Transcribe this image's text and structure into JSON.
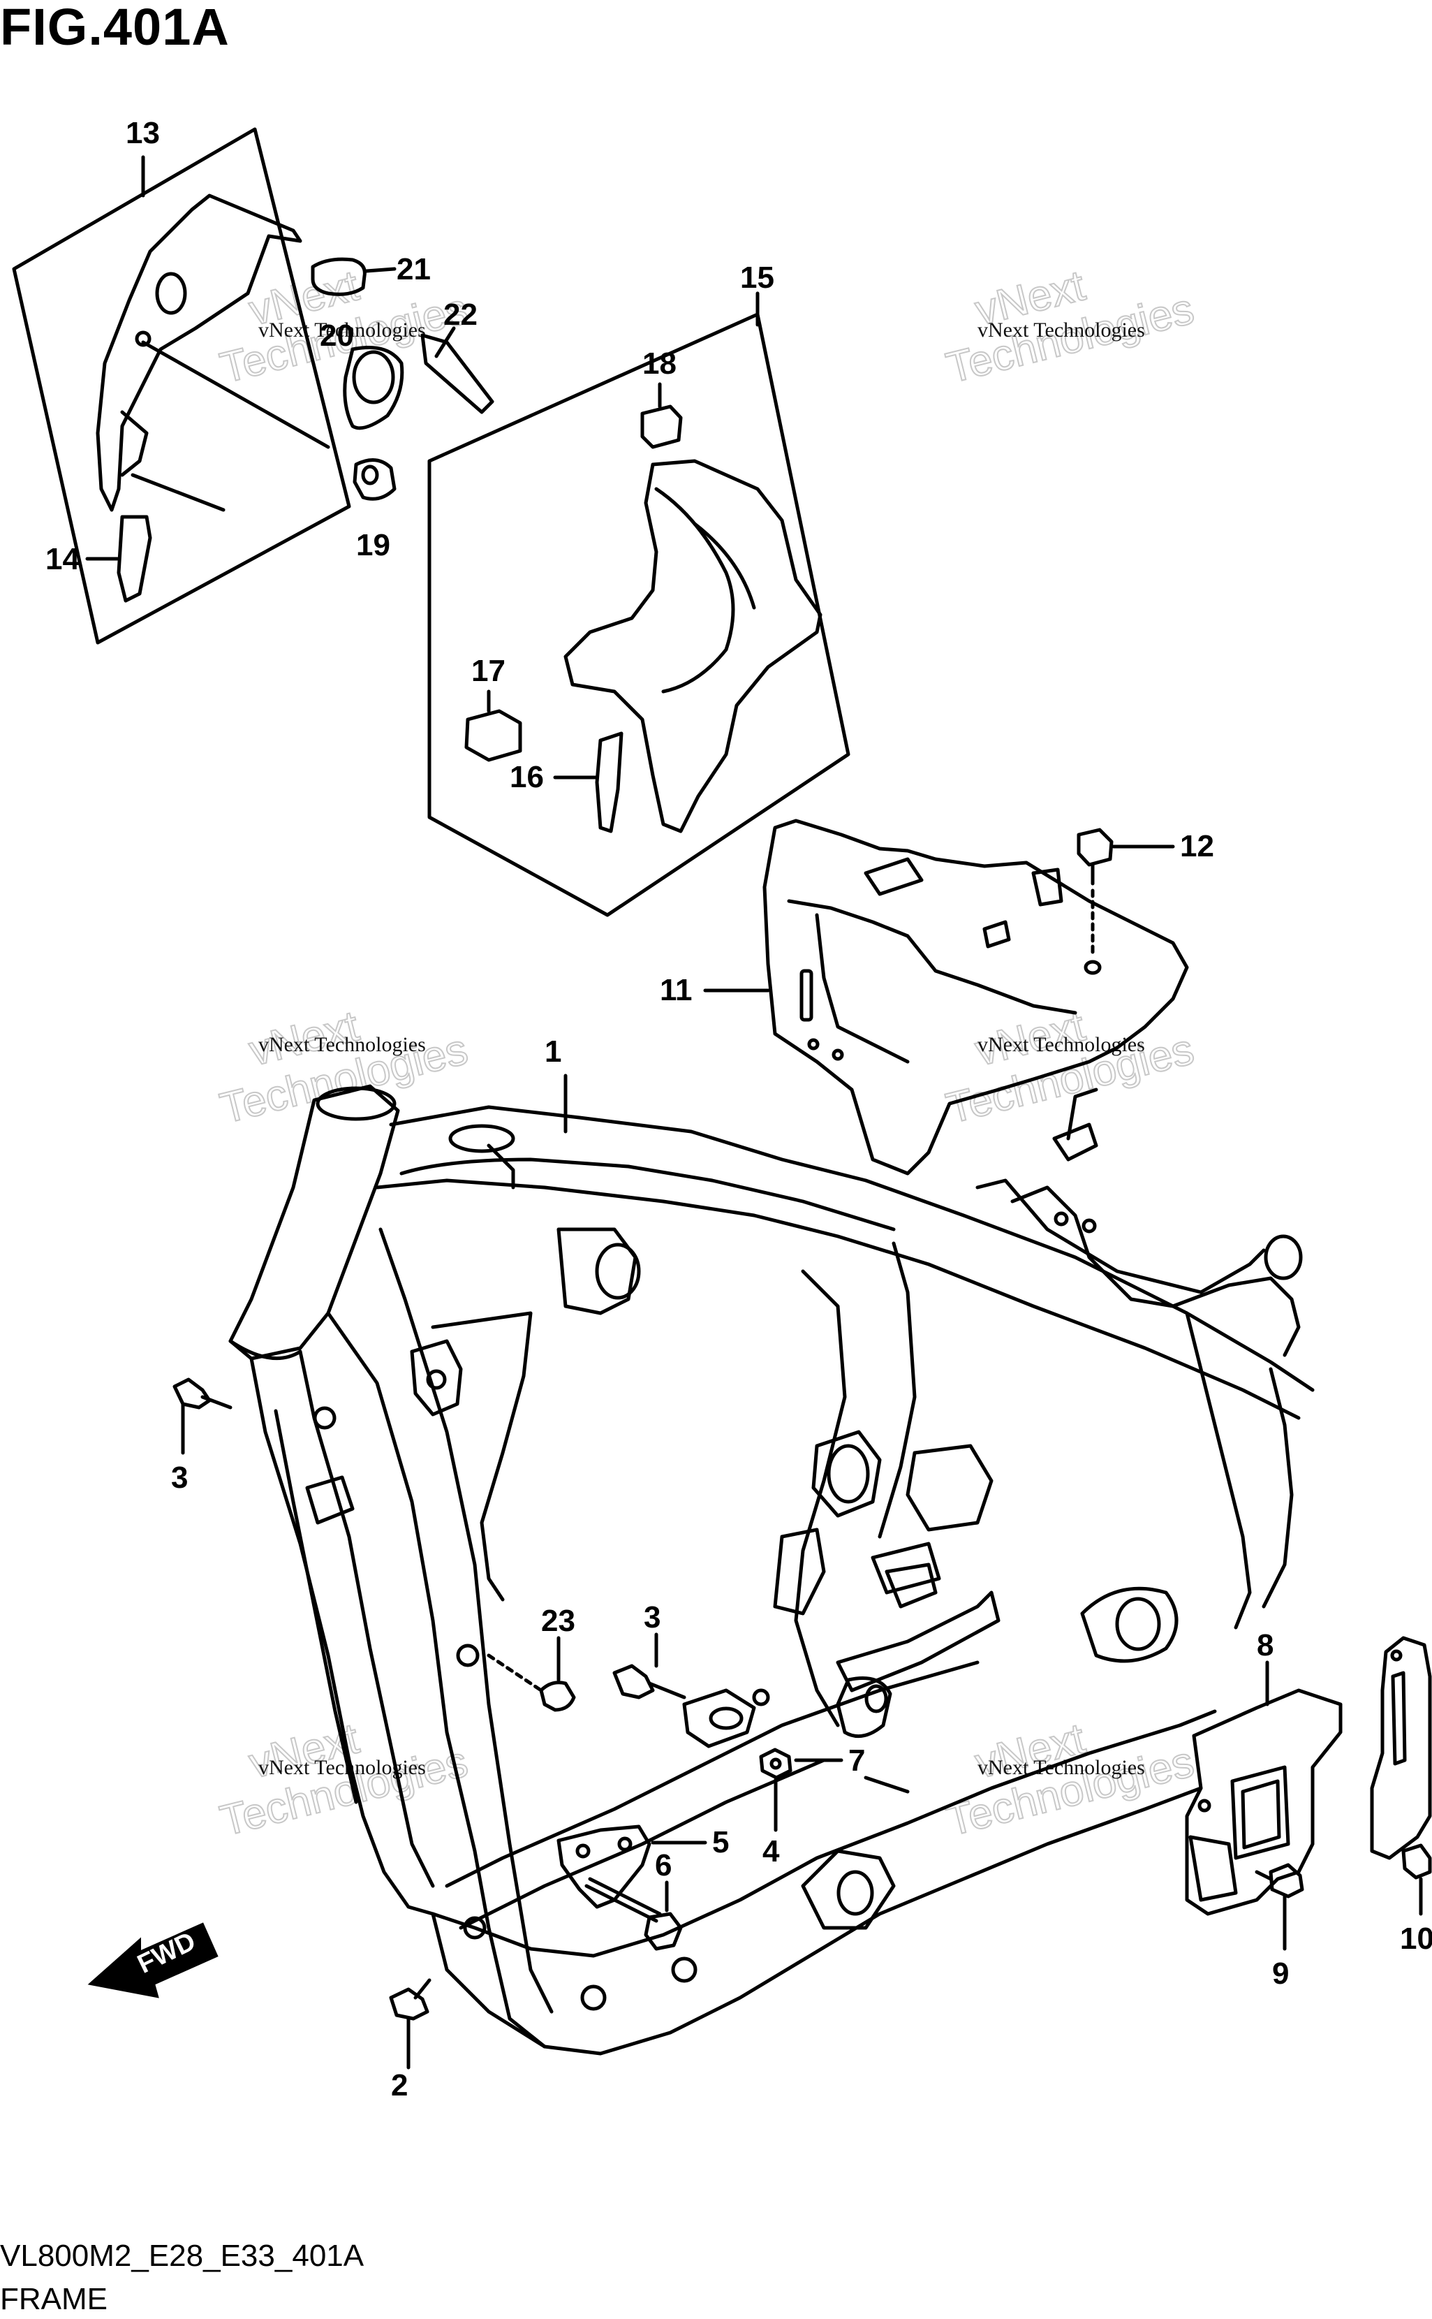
{
  "figure": {
    "title": "FIG.401A",
    "code": "VL800M2_E28_E33_401A",
    "name": "FRAME"
  },
  "watermark": {
    "line1": "vNext Technologies",
    "line2": "vNext",
    "line3": "Technologies"
  },
  "direction_badge": {
    "label": "FWD",
    "icon": "fwd-arrow-icon"
  },
  "callouts": {
    "c1": "1",
    "c2": "2",
    "c3a": "3",
    "c3b": "3",
    "c4": "4",
    "c5": "5",
    "c6": "6",
    "c7": "7",
    "c8": "8",
    "c9": "9",
    "c10": "10",
    "c11": "11",
    "c12": "12",
    "c13": "13",
    "c14": "14",
    "c15": "15",
    "c16": "16",
    "c17": "17",
    "c18": "18",
    "c19": "19",
    "c20": "20",
    "c21": "21",
    "c22": "22",
    "c23": "23"
  },
  "colors": {
    "line": "#000000",
    "background": "#ffffff",
    "watermark_outline": "#c8c8c8"
  }
}
